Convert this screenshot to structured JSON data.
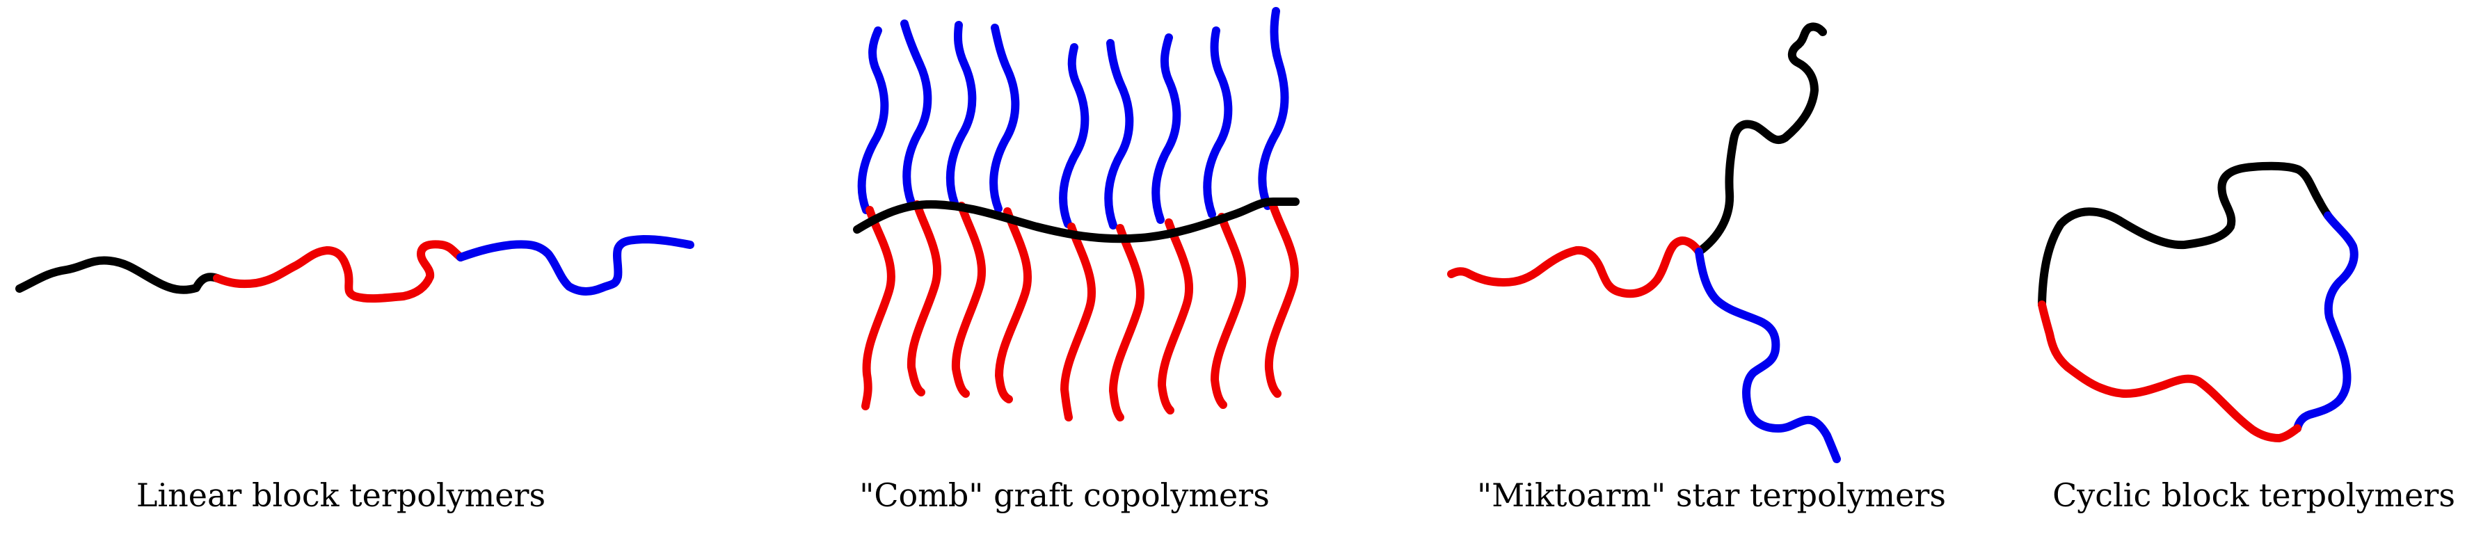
{
  "colors": {
    "block_a": "#000000",
    "block_b": "#ee0000",
    "block_c": "#0000ee"
  },
  "captions": {
    "linear": "Linear block terpolymers",
    "comb": "\"Comb\" graft copolymers",
    "miktoarm": "\"Miktoarm\" star terpolymers",
    "cyclic": "Cyclic block terpolymers"
  }
}
